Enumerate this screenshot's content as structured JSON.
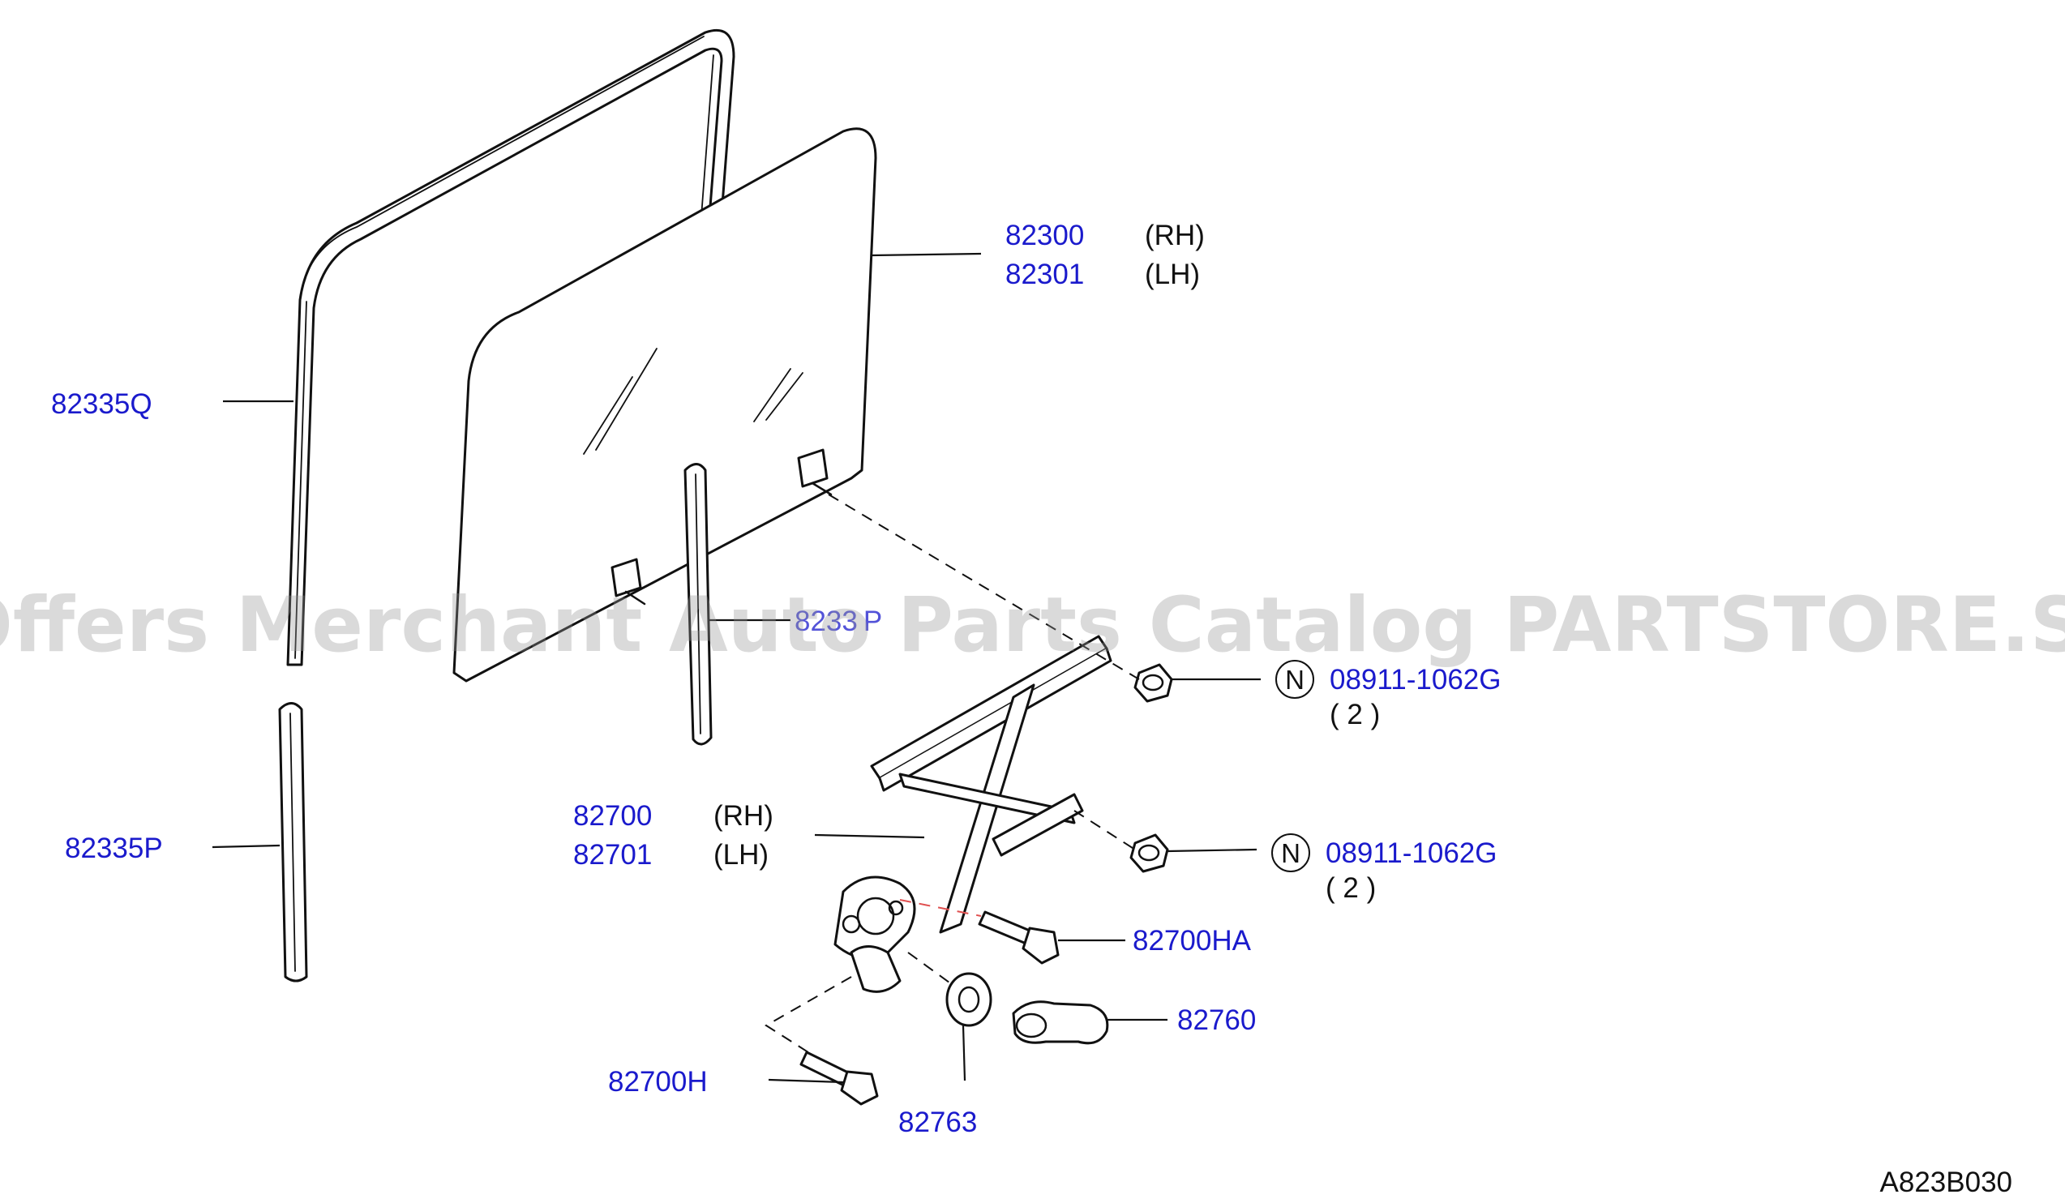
{
  "watermark": "Offers Merchant Auto Parts Catalog PARTSTORE.SA",
  "diagram_code": "A823B030",
  "callouts": {
    "glass_rh": {
      "part_number": "82300",
      "side": "(RH)"
    },
    "glass_lh": {
      "part_number": "82301",
      "side": "(LH)"
    },
    "run_channel_front": {
      "part_number": "82335Q"
    },
    "run_channel_rear": {
      "part_number": "82335P"
    },
    "partial_label": {
      "text": "8233 P"
    },
    "nut_upper": {
      "marker": "N",
      "part_number": "08911-1062G",
      "quantity": "( 2 )"
    },
    "nut_lower": {
      "marker": "N",
      "part_number": "08911-1062G",
      "quantity": "( 2 )"
    },
    "regulator_rh": {
      "part_number": "82700",
      "side": "(RH)"
    },
    "regulator_lh": {
      "part_number": "82701",
      "side": "(LH)"
    },
    "regulator_bolt_a": {
      "part_number": "82700HA"
    },
    "regulator_bolt": {
      "part_number": "82700H"
    },
    "handle": {
      "part_number": "82760"
    },
    "escutcheon": {
      "part_number": "82763"
    }
  }
}
